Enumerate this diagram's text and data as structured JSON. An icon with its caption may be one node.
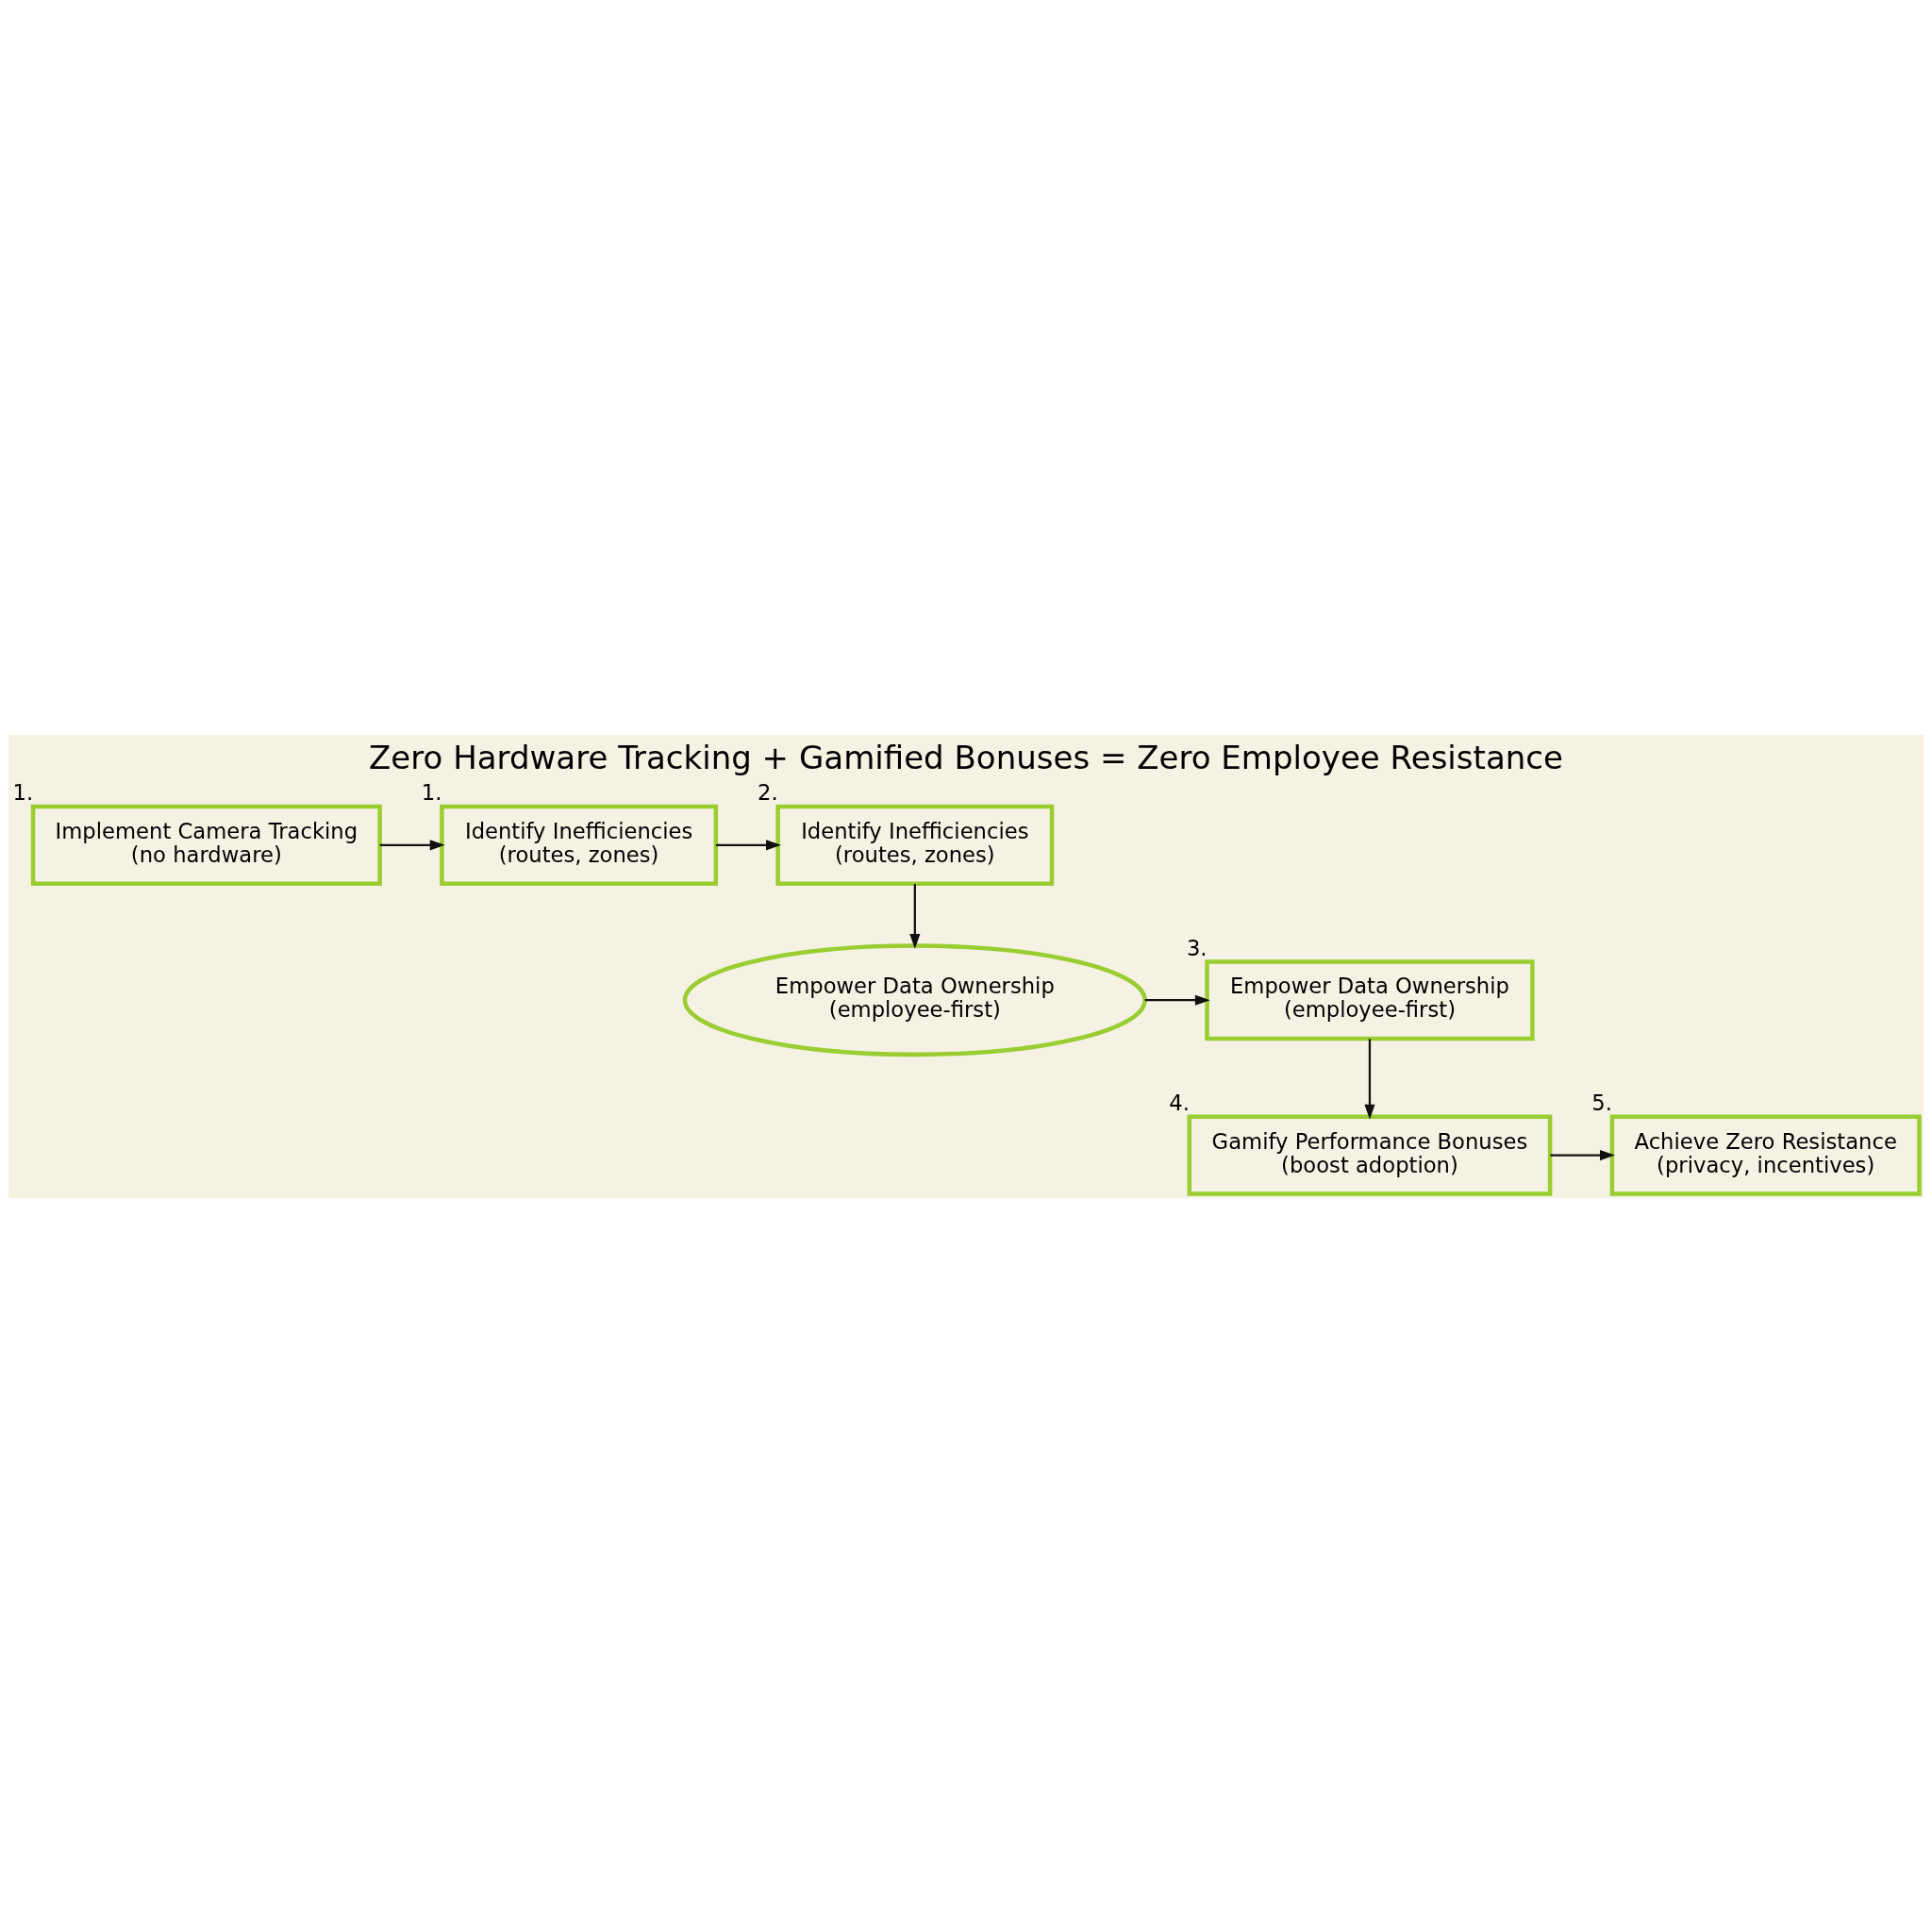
{
  "diagram": {
    "title": "Zero Hardware Tracking + Gamified Bonuses = Zero Employee Resistance",
    "nodes": [
      {
        "text": [
          "Implement Camera Tracking",
          "(no hardware)"
        ],
        "beside": [
          "1."
        ]
      },
      {
        "text": [
          "Identify Inefficiencies",
          "(routes, zones)"
        ],
        "beside": [
          "1."
        ]
      },
      {
        "text": [
          "Identify Inefficiencies",
          "(routes, zones)"
        ],
        "beside": [
          "2."
        ]
      },
      {
        "text": [
          "Empower Data Ownership",
          "(employee-first)"
        ]
      },
      {
        "text": [
          "Empower Data Ownership",
          "(employee-first)"
        ],
        "beside": [
          "3."
        ]
      },
      {
        "text": [
          "Gamify Performance Bonuses",
          "(boost adoption)"
        ],
        "beside": [
          "4."
        ]
      },
      {
        "text": [
          "Achieve Zero Resistance",
          "(privacy, incentives)"
        ],
        "beside": [
          "5."
        ]
      }
    ],
    "edges": [
      {
        "from": 0,
        "to": 1,
        "arrow": "to"
      },
      {
        "from": 1,
        "to": 2,
        "arrow": "to"
      },
      {
        "from": 2,
        "to": 3,
        "arrow": "to"
      },
      {
        "from": 3,
        "to": 4,
        "arrow": "to"
      },
      {
        "from": 4,
        "to": 5,
        "arrow": "to"
      },
      {
        "from": 5,
        "to": 6,
        "arrow": "to"
      }
    ]
  }
}
